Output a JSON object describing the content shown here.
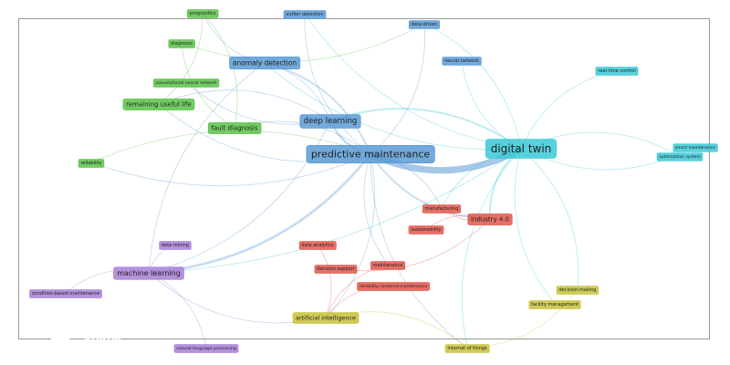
{
  "nodes": [
    {
      "id": "predictive-maintenance",
      "label": "predictive maintenance",
      "cluster": "blue"
    },
    {
      "id": "digital-twin",
      "label": "digital twin",
      "cluster": "cyan"
    },
    {
      "id": "deep-learning",
      "label": "deep learning",
      "cluster": "blue"
    },
    {
      "id": "anomaly-detection",
      "label": "anomaly detection",
      "cluster": "blue"
    },
    {
      "id": "outlier-detection",
      "label": "outlier detection",
      "cluster": "blue"
    },
    {
      "id": "data-driven",
      "label": "data-driven",
      "cluster": "blue"
    },
    {
      "id": "neural-network",
      "label": "neural network",
      "cluster": "blue"
    },
    {
      "id": "real-time-control",
      "label": "real-time control",
      "cluster": "cyan"
    },
    {
      "id": "smart-maintenance",
      "label": "smart maintenance",
      "cluster": "cyan"
    },
    {
      "id": "optimization-system",
      "label": "optimization system",
      "cluster": "cyan"
    },
    {
      "id": "prognostics",
      "label": "prognostics",
      "cluster": "green"
    },
    {
      "id": "diagnosis",
      "label": "diagnosis",
      "cluster": "green"
    },
    {
      "id": "convolutional-neural-network",
      "label": "convolutional neural network",
      "cluster": "green"
    },
    {
      "id": "remaining-useful-life",
      "label": "remaining useful life",
      "cluster": "green"
    },
    {
      "id": "fault-diagnosis",
      "label": "fault diagnosis",
      "cluster": "green"
    },
    {
      "id": "reliability",
      "label": "reliability",
      "cluster": "green"
    },
    {
      "id": "manufacturing",
      "label": "manufacturing",
      "cluster": "red"
    },
    {
      "id": "industry-4-0",
      "label": "industry 4.0",
      "cluster": "red"
    },
    {
      "id": "sustainability",
      "label": "sustainability",
      "cluster": "red"
    },
    {
      "id": "data-analytics",
      "label": "data analytics",
      "cluster": "red"
    },
    {
      "id": "decision-support",
      "label": "decision support",
      "cluster": "red"
    },
    {
      "id": "maintenance",
      "label": "maintenance",
      "cluster": "red"
    },
    {
      "id": "reliability-centered-maintenance",
      "label": "reliability centered maintenance",
      "cluster": "red"
    },
    {
      "id": "data-mining",
      "label": "data mining",
      "cluster": "purple"
    },
    {
      "id": "machine-learning",
      "label": "machine learning",
      "cluster": "purple"
    },
    {
      "id": "condition-based-maintenance",
      "label": "condition-based maintenance",
      "cluster": "purple"
    },
    {
      "id": "natural-language-processing",
      "label": "natural language processing",
      "cluster": "purple"
    },
    {
      "id": "artificial-intelligence",
      "label": "artificial intelligence",
      "cluster": "olive"
    },
    {
      "id": "decision-making",
      "label": "decision-making",
      "cluster": "olive"
    },
    {
      "id": "facility-management",
      "label": "facility management",
      "cluster": "olive"
    },
    {
      "id": "internet-of-things",
      "label": "internet of things",
      "cluster": "olive"
    }
  ],
  "edges": [
    [
      "predictive-maintenance",
      "digital-twin",
      8
    ],
    [
      "predictive-maintenance",
      "deep-learning",
      3
    ],
    [
      "predictive-maintenance",
      "anomaly-detection",
      2
    ],
    [
      "predictive-maintenance",
      "machine-learning",
      3
    ],
    [
      "predictive-maintenance",
      "industry-4-0",
      2
    ],
    [
      "predictive-maintenance",
      "outlier-detection",
      1
    ],
    [
      "predictive-maintenance",
      "data-driven",
      1
    ],
    [
      "predictive-maintenance",
      "remaining-useful-life",
      1
    ],
    [
      "predictive-maintenance",
      "fault-diagnosis",
      1
    ],
    [
      "predictive-maintenance",
      "artificial-intelligence",
      1
    ],
    [
      "predictive-maintenance",
      "internet-of-things",
      1
    ],
    [
      "predictive-maintenance",
      "manufacturing",
      1
    ],
    [
      "predictive-maintenance",
      "maintenance",
      1
    ],
    [
      "predictive-maintenance",
      "reliability",
      1
    ],
    [
      "digital-twin",
      "deep-learning",
      2
    ],
    [
      "digital-twin",
      "real-time-control",
      1
    ],
    [
      "digital-twin",
      "smart-maintenance",
      1
    ],
    [
      "digital-twin",
      "optimization-system",
      1
    ],
    [
      "digital-twin",
      "data-driven",
      1
    ],
    [
      "digital-twin",
      "neural-network",
      1
    ],
    [
      "digital-twin",
      "industry-4-0",
      2
    ],
    [
      "digital-twin",
      "anomaly-detection",
      1
    ],
    [
      "digital-twin",
      "internet-of-things",
      1
    ],
    [
      "digital-twin",
      "decision-making",
      1
    ],
    [
      "digital-twin",
      "facility-management",
      1
    ],
    [
      "digital-twin",
      "machine-learning",
      1
    ],
    [
      "digital-twin",
      "manufacturing",
      1
    ],
    [
      "digital-twin",
      "outlier-detection",
      1
    ],
    [
      "deep-learning",
      "anomaly-detection",
      1
    ],
    [
      "deep-learning",
      "convolutional-neural-network",
      1
    ],
    [
      "deep-learning",
      "remaining-useful-life",
      1
    ],
    [
      "deep-learning",
      "machine-learning",
      1
    ],
    [
      "anomaly-detection",
      "machine-learning",
      1
    ],
    [
      "anomaly-detection",
      "prognostics",
      1
    ],
    [
      "fault-diagnosis",
      "prognostics",
      1
    ],
    [
      "fault-diagnosis",
      "diagnosis",
      1
    ],
    [
      "remaining-useful-life",
      "prognostics",
      1
    ],
    [
      "machine-learning",
      "data-mining",
      1
    ],
    [
      "machine-learning",
      "condition-based-maintenance",
      1
    ],
    [
      "machine-learning",
      "natural-language-processing",
      1
    ],
    [
      "machine-learning",
      "artificial-intelligence",
      1
    ],
    [
      "industry-4-0",
      "manufacturing",
      1
    ],
    [
      "industry-4-0",
      "sustainability",
      1
    ],
    [
      "industry-4-0",
      "decision-support",
      1
    ],
    [
      "maintenance",
      "artificial-intelligence",
      1
    ],
    [
      "data-analytics",
      "artificial-intelligence",
      1
    ],
    [
      "reliability-centered-maintenance",
      "artificial-intelligence",
      1
    ],
    [
      "artificial-intelligence",
      "internet-of-things",
      1
    ],
    [
      "internet-of-things",
      "decision-making",
      1
    ],
    [
      "reliability",
      "predictive-maintenance",
      1
    ],
    [
      "diagnosis",
      "data-driven",
      1
    ]
  ],
  "colors": {
    "blue": "#5b9bd5",
    "cyan": "#3cc9d6",
    "green": "#5cc24a",
    "red": "#e2574c",
    "purple": "#a77fd6",
    "olive": "#c7c23a"
  },
  "watermark": {
    "line1": "همکاران",
    "line2": "سیستم"
  }
}
